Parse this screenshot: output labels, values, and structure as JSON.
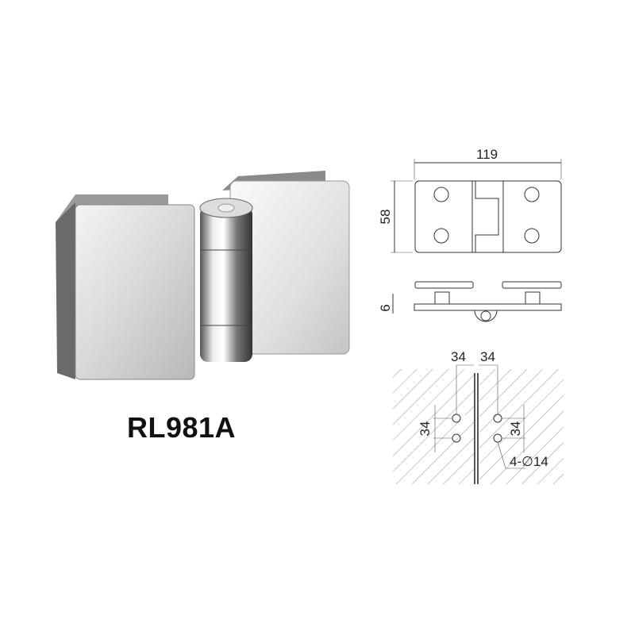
{
  "product": {
    "model": "RL981A"
  },
  "drawing": {
    "width": "119",
    "height": "58",
    "thickness": "6",
    "hole_offset_left": "34",
    "hole_offset_right": "34",
    "hole_spacing_left": "34",
    "hole_spacing_right": "34",
    "hole_spec": "4-∅14"
  }
}
